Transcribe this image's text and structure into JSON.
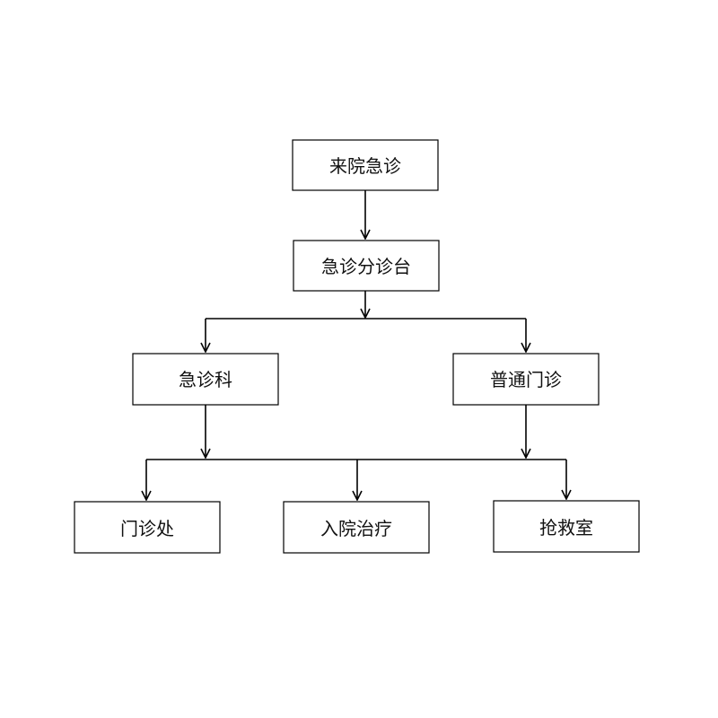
{
  "nodes": {
    "arrival": "来院急诊",
    "triage": "急诊分诊台",
    "emergency_dept": "急诊科",
    "general_clinic": "普通门诊",
    "outpatient": "门诊处",
    "admission": "入院治疗",
    "resuscitation": "抢救室"
  },
  "colors": {
    "line": "#000000",
    "box_border": "#000000",
    "background": "#ffffff",
    "text": "#111111"
  }
}
